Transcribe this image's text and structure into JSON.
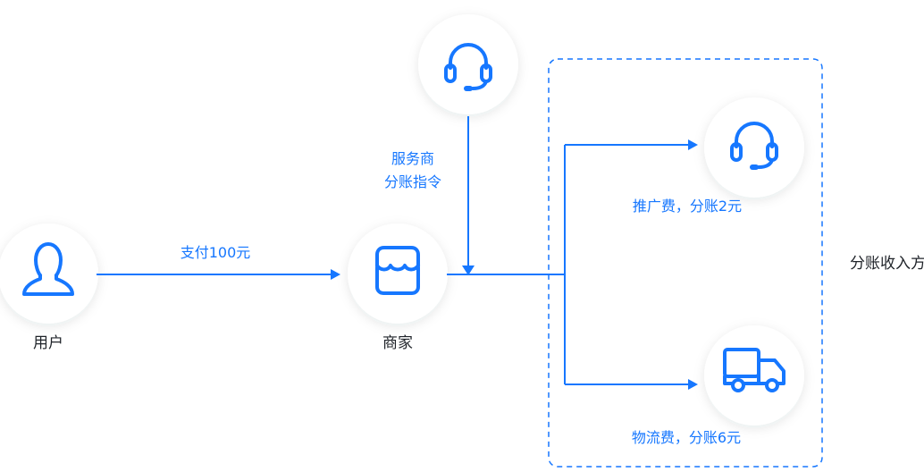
{
  "nodes": {
    "user": {
      "label": "用户",
      "icon": "user-icon"
    },
    "merchant": {
      "label": "商家",
      "icon": "store-icon"
    },
    "provider": {
      "icon": "headset-icon"
    },
    "promoter": {
      "icon": "headset-icon"
    },
    "logistics": {
      "icon": "truck-icon"
    }
  },
  "edges": {
    "payment": "支付100元",
    "provider_instruction": {
      "line1": "服务商",
      "line2": "分账指令"
    },
    "promotion_fee": "推广费，分账2元",
    "logistics_fee": "物流费，分账6元"
  },
  "group": {
    "label": "分账收入方"
  },
  "colors": {
    "accent": "#1677ff",
    "text": "#1f2329",
    "node_background": "#ffffff"
  }
}
